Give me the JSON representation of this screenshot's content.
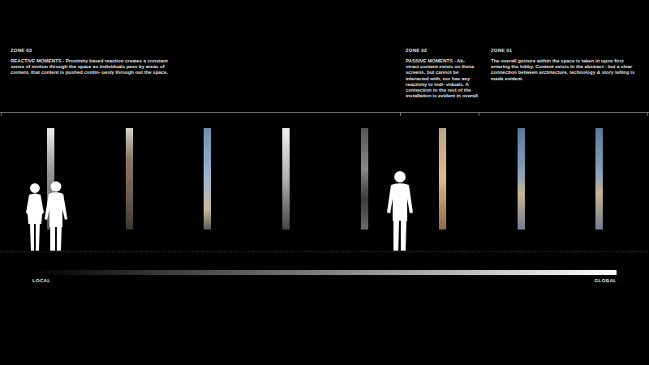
{
  "diagram": {
    "labels": [
      "ZONE 03",
      "REACTIVE MOMENTS - Proximity based reaction creates a constant sense of motion through the space as individuals pass by areas of content, that content is pushed contin- uesly through out the space.",
      "ZONE 02",
      "PASSIVE MOMENTS - Ab- stract content exists on these screens, but cannot be interacted with, nor has any reactivity to indi- viduals. A connection to the rest of the installation is evident in overall",
      "ZONE 01",
      "The overall gesture within the space is taken in upon first entering the lobby. Content exists in the abstract - but a clear connection between architecture, technology & story telling is made evident.",
      "LOCAL",
      "GLOBAL"
    ]
  }
}
